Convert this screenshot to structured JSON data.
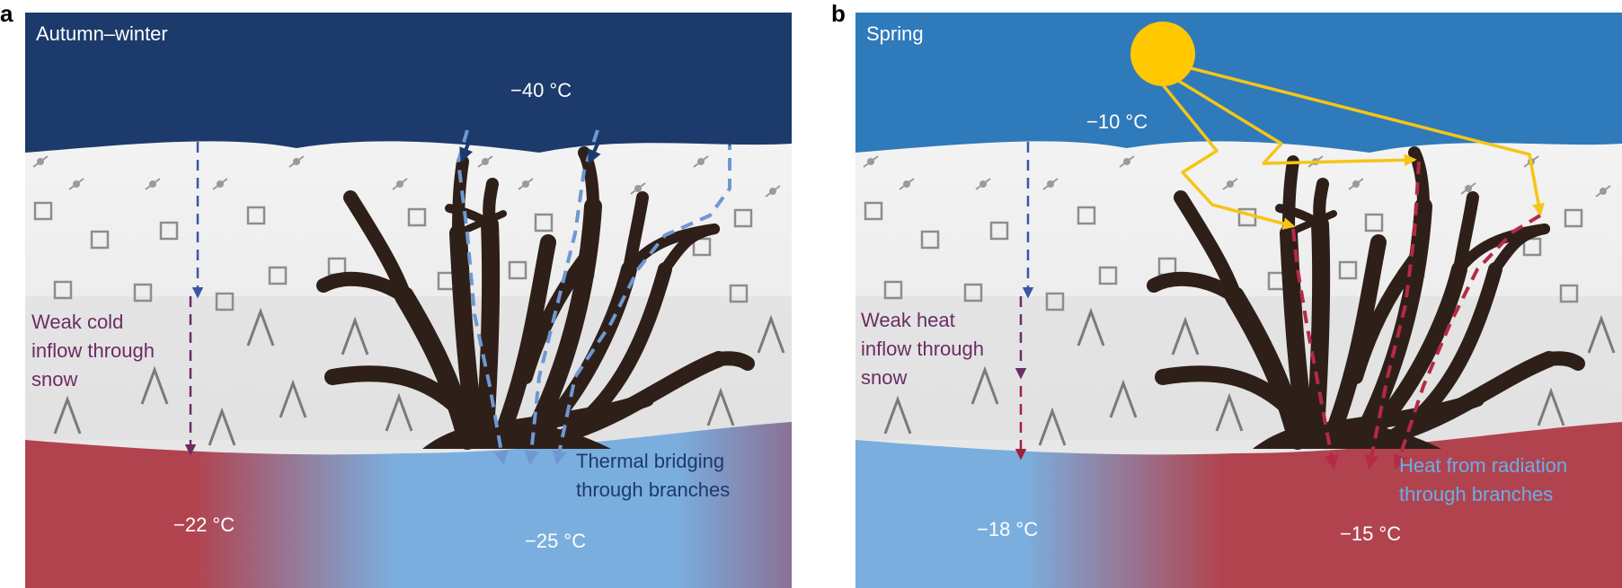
{
  "panel_a": {
    "letter": "a",
    "season": "Autumn–winter",
    "air_temp": "−40 °C",
    "soil_temp_left": "−22 °C",
    "soil_temp_right": "−25 °C",
    "snow_label": [
      "Weak cold",
      "inflow through",
      "snow"
    ],
    "branch_label": [
      "Thermal bridging",
      "through branches"
    ]
  },
  "panel_b": {
    "letter": "b",
    "season": "Spring",
    "air_temp": "−10 °C",
    "soil_temp_left": "−18 °C",
    "soil_temp_right": "−15 °C",
    "snow_label": [
      "Weak heat",
      "inflow through",
      "snow"
    ],
    "branch_label": [
      "Heat from radiation",
      "through branches"
    ]
  },
  "colors": {
    "winter_sky": "#1c3a6b",
    "spring_sky": "#2f7abb",
    "soil_warm": "#b1434f",
    "soil_cold": "#7aaede",
    "shrub": "#2e1f19",
    "sun": "#ffc800",
    "sun_ray": "#f5c518",
    "snow_text": "#6b2d63",
    "bridge_text": "#1c3a6b",
    "radiation_text": "#6aaee6"
  },
  "icons": [
    "snowflake-grain-icon",
    "square-crystal-icon",
    "depth-hoar-icon",
    "sun-icon"
  ]
}
